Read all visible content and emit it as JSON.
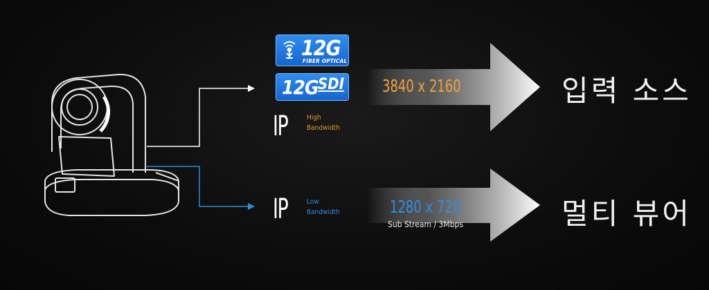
{
  "badges": {
    "fiber": {
      "main": "12G",
      "sub": "FIBER OPTICAL"
    },
    "sdi": {
      "main": "12G",
      "sub": "SDI"
    }
  },
  "inputs": {
    "high": {
      "label": "IP",
      "bandwidth_line1": "High",
      "bandwidth_line2": "Bandwidth"
    },
    "low": {
      "label": "IP",
      "bandwidth_line1": "Low",
      "bandwidth_line2": "Bandwidth"
    }
  },
  "resolutions": {
    "top": "3840 x 2160",
    "bottom": "1280 x 720",
    "bottom_note": "Sub Stream / 3Mbps"
  },
  "destinations": {
    "top": "입력 소스",
    "bottom": "멀티 뷰어"
  },
  "colors": {
    "badge_blue": "#1f7ae6",
    "high_orange": "#e39a2f",
    "low_blue": "#2b8fe0",
    "wire_white": "#ffffff",
    "wire_blue": "#2b8fe0"
  }
}
